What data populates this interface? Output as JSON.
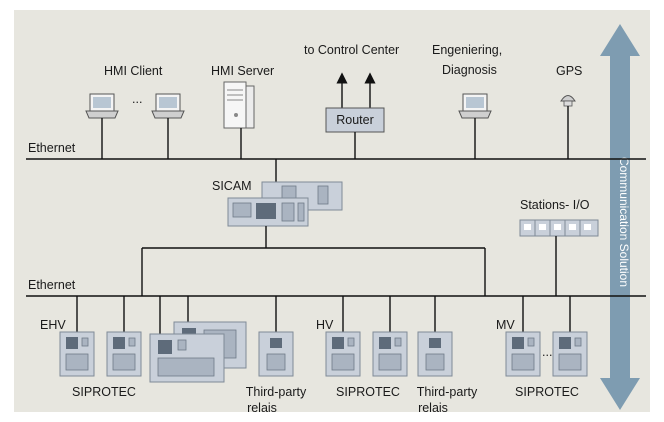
{
  "colors": {
    "panel": "#e7e6df",
    "arrow": "#7e9cb1",
    "device": "#c9d0da",
    "bus": "#111111"
  },
  "top_section": {
    "bus_label": "Ethernet",
    "hmi_client": "HMI Client",
    "ellipsis_top": "...",
    "hmi_server": "HMI Server",
    "control_center": "to Control Center",
    "router": "Router",
    "engineering_line1": "Engeniering,",
    "engineering_line2": "Diagnosis",
    "gps": "GPS"
  },
  "middle_section": {
    "sicam": "SICAM",
    "stations_io": "Stations- I/O"
  },
  "bottom_section": {
    "bus_label": "Ethernet",
    "ehv": "EHV",
    "hv": "HV",
    "mv": "MV",
    "siprotec_1": "SIPROTEC",
    "siprotec_2": "SIPROTEC",
    "siprotec_3": "SIPROTEC",
    "third_party_1_line1": "Third-party",
    "third_party_1_line2": "relais",
    "third_party_2_line1": "Third-party",
    "third_party_2_line2": "relais",
    "ellipsis_bottom": "..."
  },
  "side_arrow": {
    "label": "Communication Solution"
  },
  "icons": [
    "laptop-icon",
    "server-icon",
    "router-icon",
    "gps-antenna-icon",
    "sicam-rack-icon",
    "io-module-icon",
    "protection-relay-icon"
  ]
}
